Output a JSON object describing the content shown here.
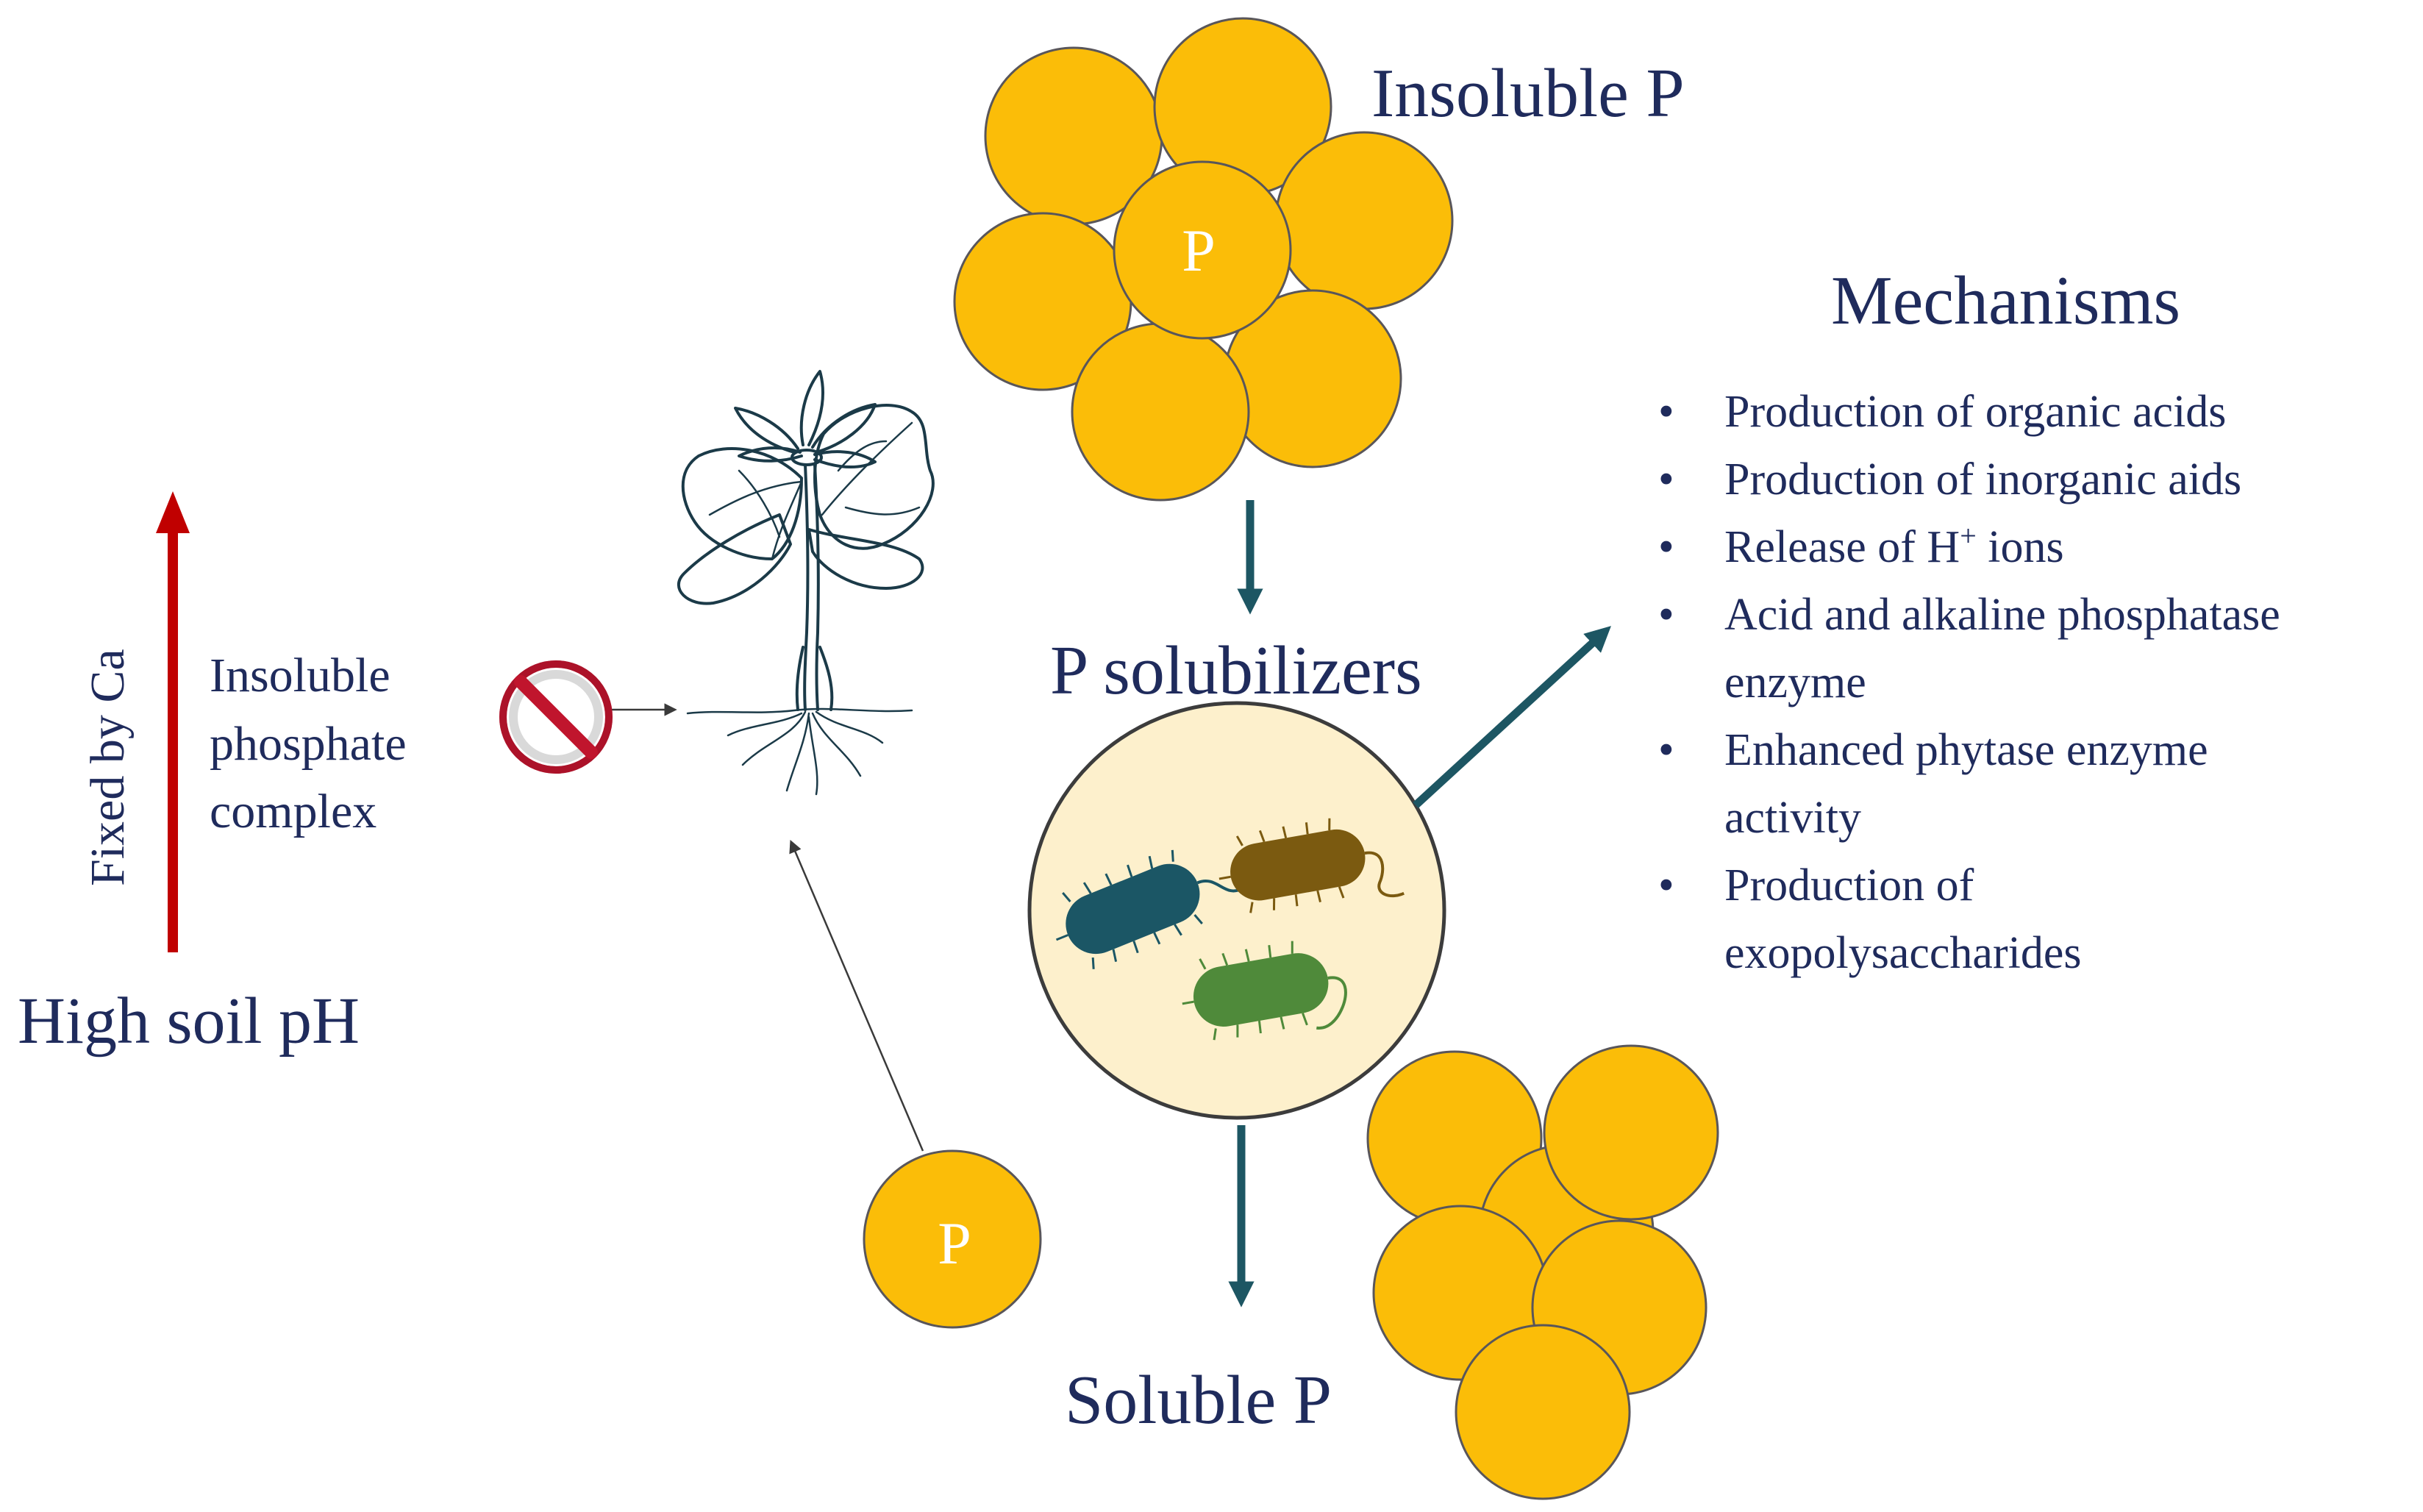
{
  "labels": {
    "insoluble_p": "Insoluble P",
    "p_solubilizers": "P solubilizers",
    "soluble_p": "Soluble P",
    "high_soil_ph": "High soil pH",
    "fixed_by_ca": "Fixed by Ca",
    "insoluble_phosphate_complex": [
      "Insoluble",
      "phosphate",
      "complex"
    ],
    "p_symbol": "P"
  },
  "mechanisms": {
    "title": "Mechanisms",
    "bullet": "•",
    "items": [
      {
        "lines": [
          "Production of organic acids"
        ]
      },
      {
        "lines": [
          "Production of inorganic aids"
        ]
      },
      {
        "lines": [
          "Release of H"
        ],
        "superscript": "+",
        "suffix": " ions"
      },
      {
        "lines": [
          "Acid and alkaline phosphatase",
          "enzyme"
        ]
      },
      {
        "lines": [
          "Enhanced phytase enzyme",
          "activity"
        ]
      },
      {
        "lines": [
          "Production of",
          "exopolysaccharides"
        ]
      }
    ]
  },
  "colors": {
    "text_navy": "#1f2b5c",
    "gold": "#fbbd08",
    "teal_arrow": "#1d5663",
    "red_arrow": "#c00000",
    "prohibit_red": "#c0152d",
    "cell_bg": "#fdf0cc",
    "bacterium_teal": "#1b5665",
    "bacterium_brown": "#7b5a10",
    "bacterium_green": "#4f8a3a"
  },
  "icons": {
    "prohibition": "prohibition-icon",
    "plant": "plant-icon",
    "bacteria": "bacteria-icon"
  }
}
